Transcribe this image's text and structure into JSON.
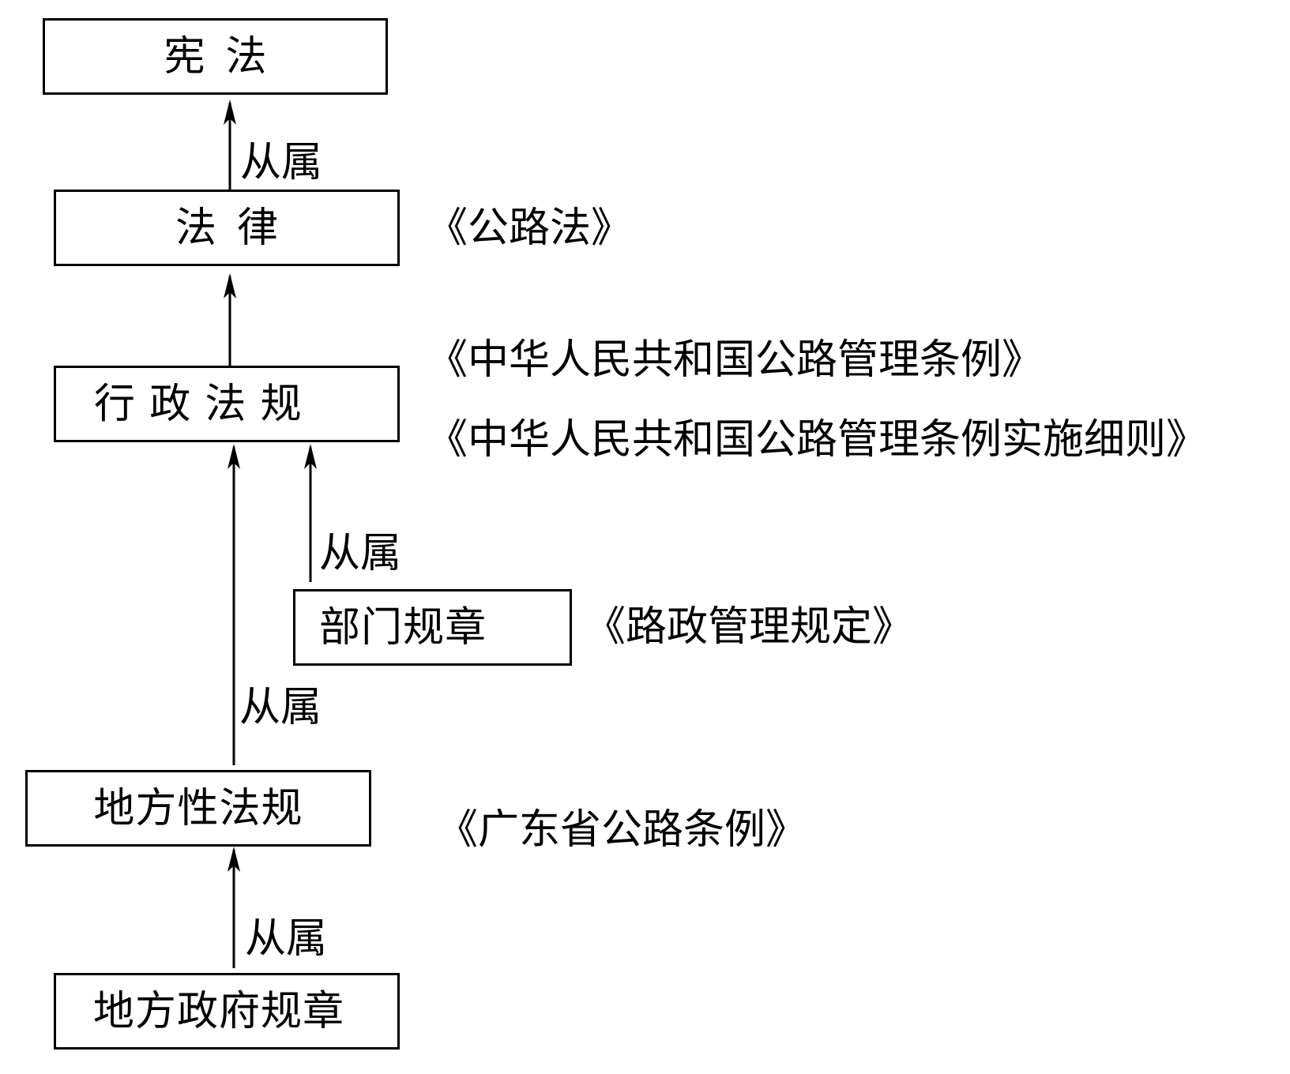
{
  "diagram": {
    "nodes": {
      "constitution": "宪法",
      "law": "法律",
      "admin_regulation": "行政法规",
      "dept_rules": "部门规章",
      "local_regulation": "地方性法规",
      "local_gov_rules": "地方政府规章"
    },
    "edge_labels": {
      "law_to_constitution": "从属",
      "dept_to_admin": "从属",
      "local_to_admin": "从属",
      "localgov_to_local": "从属"
    },
    "examples": {
      "law": "《公路法》",
      "admin_1": "《中华人民共和国公路管理条例》",
      "admin_2": "《中华人民共和国公路管理条例实施细则》",
      "dept": "《路政管理规定》",
      "local": "《广东省公路条例》"
    },
    "colors": {
      "line": "#000000",
      "background": "#ffffff"
    }
  }
}
